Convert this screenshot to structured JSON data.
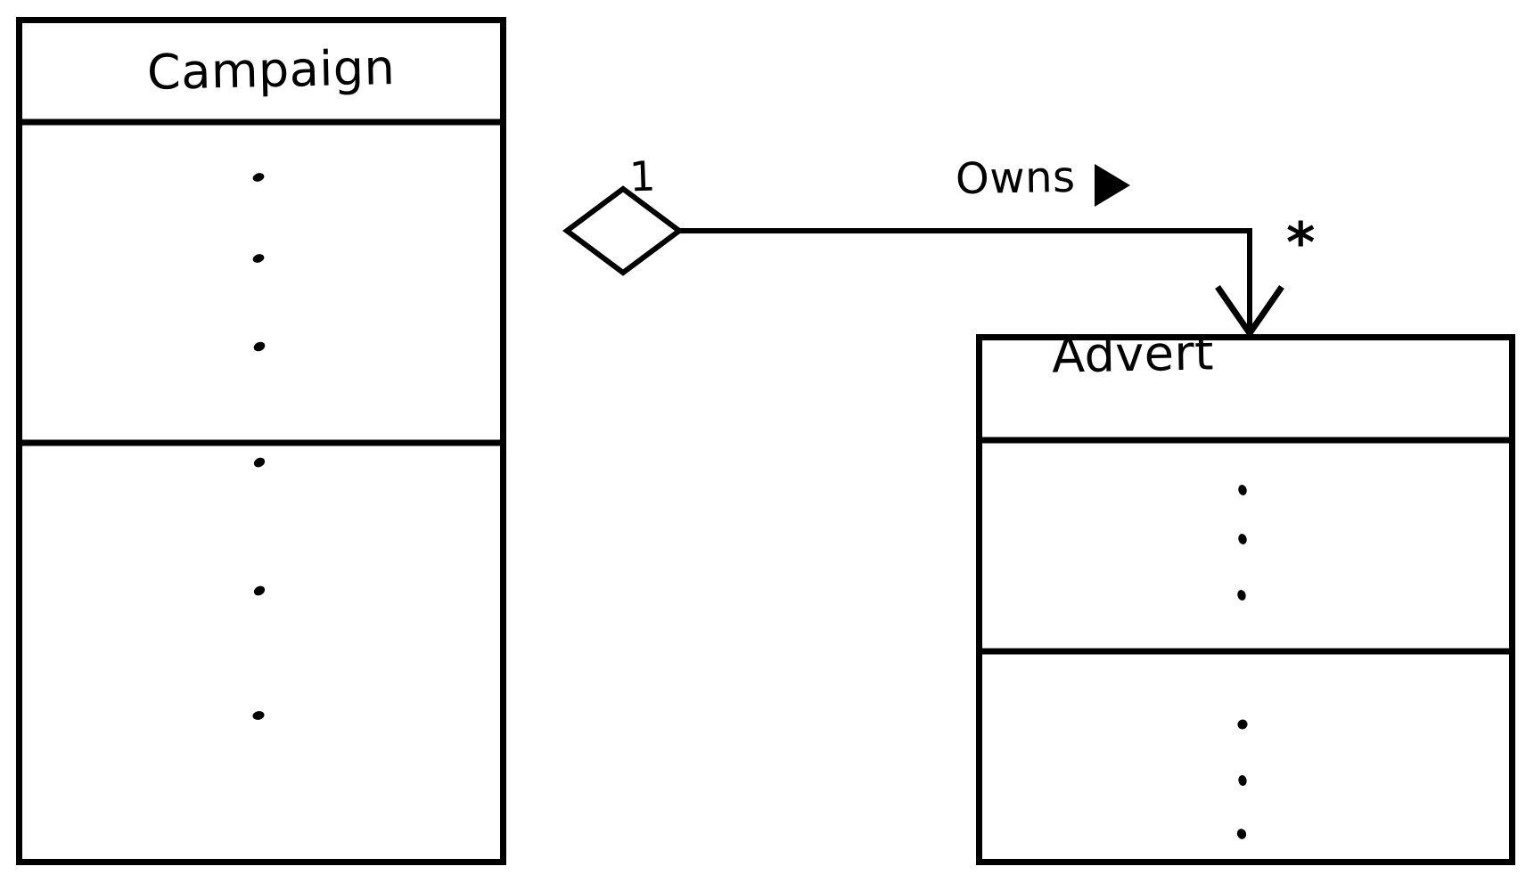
{
  "diagram": {
    "kind": "uml-class-diagram",
    "style": "hand-drawn",
    "background_color": "#ffffff",
    "stroke_color": "#000000",
    "classes": [
      {
        "id": "campaign",
        "name": "Campaign",
        "compartments": [
          {
            "id": "campaign-attributes",
            "content": "ellipsis",
            "dot_count": 3
          },
          {
            "id": "campaign-operations",
            "content": "ellipsis",
            "dot_count": 3
          }
        ]
      },
      {
        "id": "advert",
        "name": "Advert",
        "compartments": [
          {
            "id": "advert-attributes",
            "content": "ellipsis",
            "dot_count": 3
          },
          {
            "id": "advert-operations",
            "content": "ellipsis",
            "dot_count": 3
          }
        ]
      }
    ],
    "relationship": {
      "type": "aggregation",
      "label": "Owns",
      "direction_marker": "solid-right-triangle",
      "source": "Campaign",
      "target": "Advert",
      "source_multiplicity": "1",
      "target_multiplicity": "*",
      "source_decoration": "hollow-diamond",
      "target_decoration": "open-arrowhead"
    }
  }
}
